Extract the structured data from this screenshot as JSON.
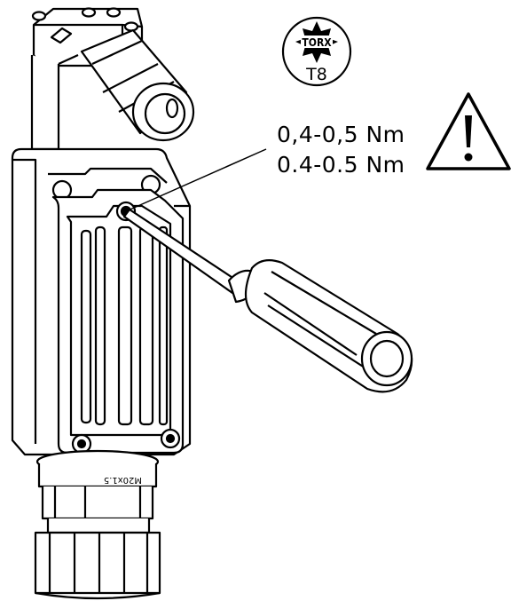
{
  "torx": {
    "brand": "TORX",
    "size": "T8"
  },
  "torque": {
    "line1": "0,4-0,5 Nm",
    "line2": "0.4-0.5 Nm"
  },
  "cable_gland": {
    "thread": "M20x1.5"
  },
  "colors": {
    "line": "#000000",
    "fill": "#ffffff"
  },
  "icons": [
    "torx-t8-icon",
    "warning-triangle-icon",
    "screwdriver-icon"
  ]
}
